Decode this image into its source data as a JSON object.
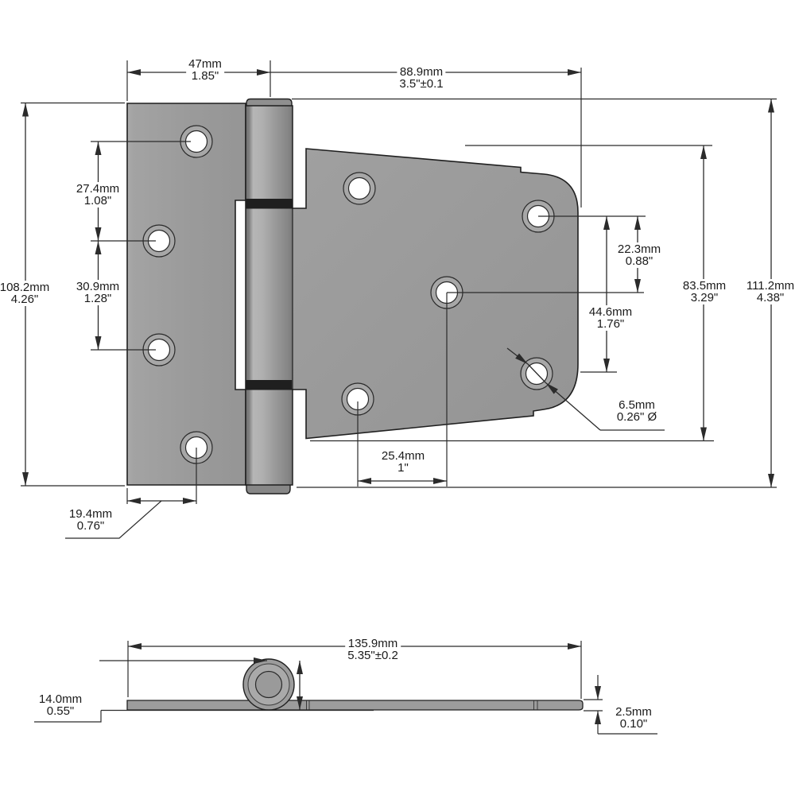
{
  "colors": {
    "background": "#ffffff",
    "part_gray": "#9b9b9b",
    "part_outline": "#1f1f1f",
    "dimension_line": "#2b2b2b",
    "knuckle_gap": "#1f1f1f",
    "hole_fill": "#ffffff"
  },
  "dims": {
    "left_leaf_width": {
      "mm": "47mm",
      "in": "1.85\""
    },
    "strap_length": {
      "mm": "88.9mm",
      "in": "3.5\"±0.1"
    },
    "left_leaf_height": {
      "mm": "108.2mm",
      "in": "4.26\""
    },
    "hole_spacing_upper": {
      "mm": "27.4mm",
      "in": "1.08\""
    },
    "hole_spacing_lower": {
      "mm": "30.9mm",
      "in": "1.28\""
    },
    "bottom_hole_inset": {
      "mm": "19.4mm",
      "in": "0.76\""
    },
    "strap_hole_pitch": {
      "mm": "25.4mm",
      "in": "1\""
    },
    "strap_hole_drop_1": {
      "mm": "22.3mm",
      "in": "0.88\""
    },
    "strap_hole_drop_2": {
      "mm": "44.6mm",
      "in": "1.76\""
    },
    "strap_height": {
      "mm": "83.5mm",
      "in": "3.29\""
    },
    "overall_height": {
      "mm": "111.2mm",
      "in": "4.38\""
    },
    "hole_diameter": {
      "mm": "6.5mm",
      "in": "0.26\" Ø"
    },
    "overall_length": {
      "mm": "135.9mm",
      "in": "5.35\"±0.2"
    },
    "barrel_diameter": {
      "mm": "14.0mm",
      "in": "0.55\""
    },
    "leaf_thickness": {
      "mm": "2.5mm",
      "in": "0.10\""
    }
  }
}
